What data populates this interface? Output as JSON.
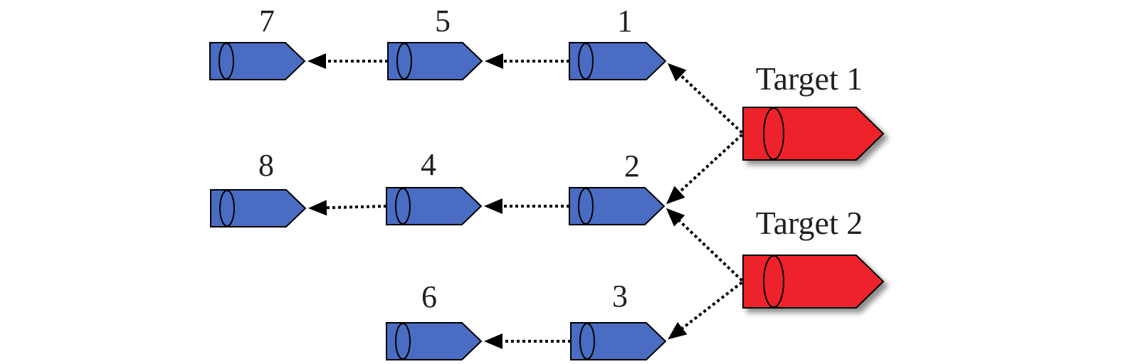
{
  "colors": {
    "follower_fill": "#4a6cc2",
    "target_fill": "#ee2229",
    "outline": "#000000",
    "link": "#000000"
  },
  "followers": [
    {
      "id": "1",
      "label": "1"
    },
    {
      "id": "2",
      "label": "2"
    },
    {
      "id": "3",
      "label": "3"
    },
    {
      "id": "4",
      "label": "4"
    },
    {
      "id": "5",
      "label": "5"
    },
    {
      "id": "6",
      "label": "6"
    },
    {
      "id": "7",
      "label": "7"
    },
    {
      "id": "8",
      "label": "8"
    }
  ],
  "targets": [
    {
      "id": "target-1",
      "label": "Target 1"
    },
    {
      "id": "target-2",
      "label": "Target 2"
    }
  ],
  "links": [
    {
      "from": "target-1",
      "to": "1"
    },
    {
      "from": "target-1",
      "to": "2"
    },
    {
      "from": "target-2",
      "to": "2"
    },
    {
      "from": "target-2",
      "to": "3"
    },
    {
      "from": "1",
      "to": "5"
    },
    {
      "from": "5",
      "to": "7"
    },
    {
      "from": "2",
      "to": "4"
    },
    {
      "from": "4",
      "to": "8"
    },
    {
      "from": "3",
      "to": "6"
    }
  ]
}
